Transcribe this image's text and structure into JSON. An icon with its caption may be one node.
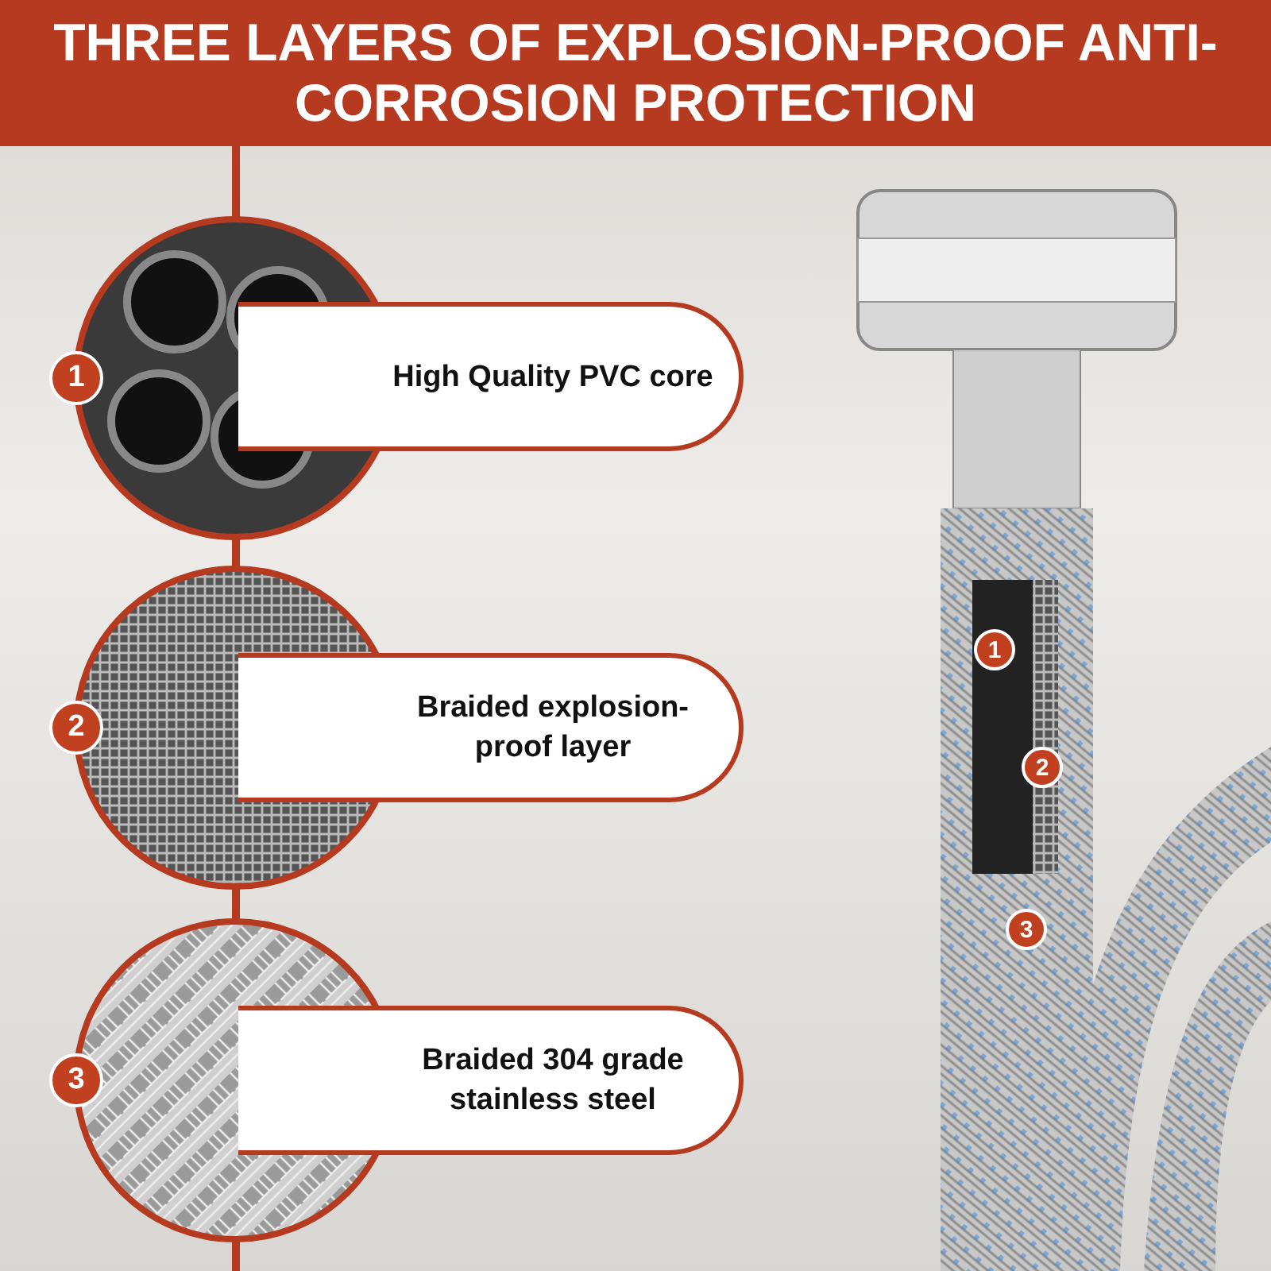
{
  "diagram": {
    "title": "THREE LAYERS OF EXPLOSION-PROOF ANTI-CORROSION PROTECTION",
    "nodes": [
      {
        "text": [
          "1"
        ]
      },
      {
        "text": [
          "High Quality PVC core"
        ]
      },
      {
        "text": [
          "2"
        ]
      },
      {
        "text": [
          "Braided explosion-proof layer"
        ]
      },
      {
        "text": [
          "3"
        ]
      },
      {
        "text": [
          "Braided 304 grade stainless steel"
        ]
      },
      {
        "text": [
          "1"
        ]
      },
      {
        "text": [
          "2"
        ]
      },
      {
        "text": [
          "3"
        ]
      }
    ],
    "edges": []
  }
}
